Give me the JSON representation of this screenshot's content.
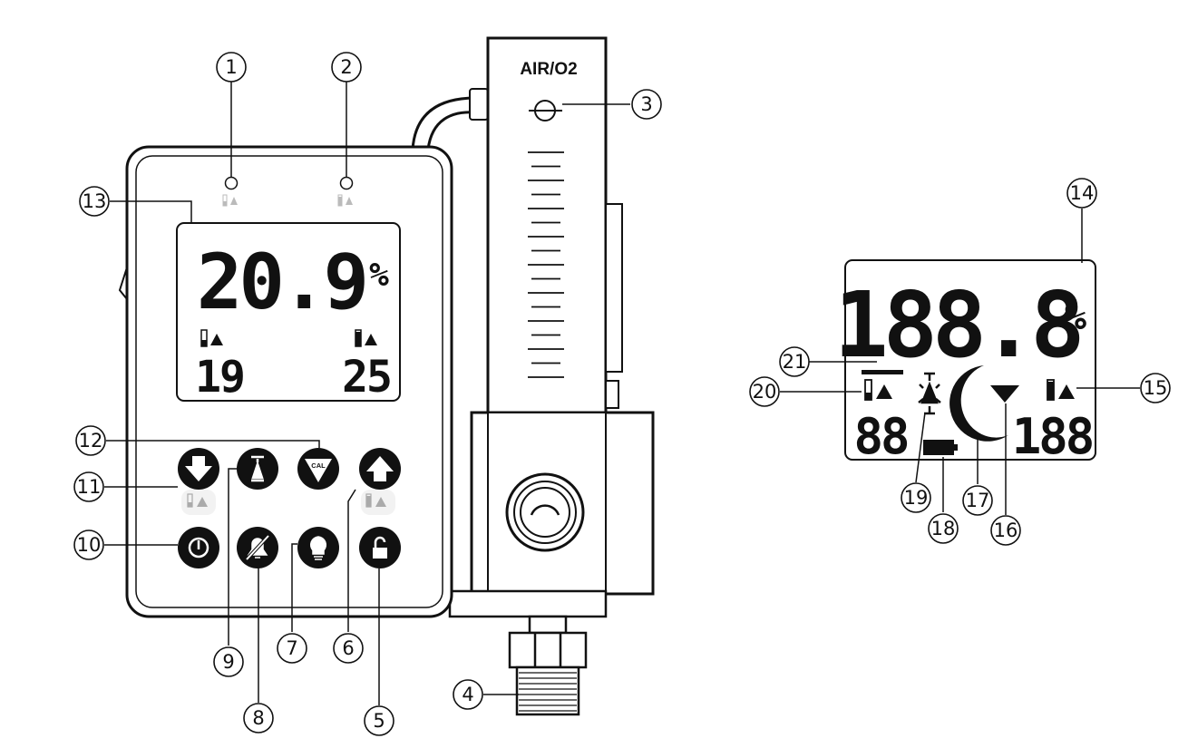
{
  "flow_tube": {
    "label": "AIR/O2"
  },
  "device_display": {
    "main_value": "20.9",
    "unit": "%",
    "low_alarm_value": "19",
    "high_alarm_value": "25"
  },
  "detail_display": {
    "main_value": "188.8",
    "unit": "%",
    "left_small": "88",
    "right_small": "188"
  },
  "buttons": {
    "cal_label": "CAL"
  },
  "callouts": [
    "1",
    "2",
    "3",
    "4",
    "5",
    "6",
    "7",
    "8",
    "9",
    "10",
    "11",
    "12",
    "13",
    "14",
    "15",
    "16",
    "17",
    "18",
    "19",
    "20",
    "21"
  ],
  "colors": {
    "ink": "#111111",
    "light_gray": "#bbbbbb",
    "panel_bg": "#ffffff"
  }
}
